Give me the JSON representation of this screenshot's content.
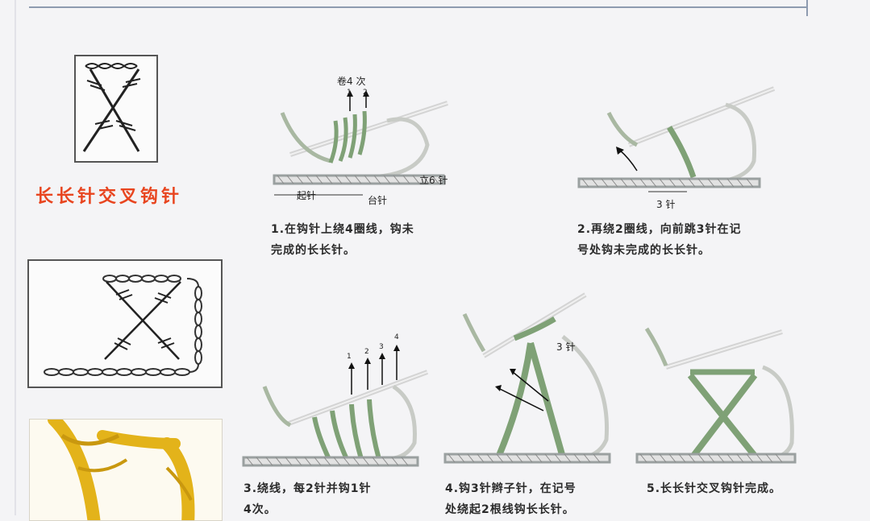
{
  "left_panel": {
    "title": "长长针交叉钩针"
  },
  "steps": [
    {
      "caption_line1": "1.在钩针上绕4圈线，钩未",
      "caption_line2": "完成的长长针。"
    },
    {
      "caption_line1": "2.再绕2圈线，向前跳3针在记",
      "caption_line2": "号处钩未完成的长长针。"
    },
    {
      "caption_line1": "3.绕线，每2针并钩1针",
      "caption_line2": "4次。"
    },
    {
      "caption_line1": "4.钩3针辫子针，在记号",
      "caption_line2": "处绕起2根线钩长长针。"
    },
    {
      "caption_line1": "5.长长针交叉钩针完成。",
      "caption_line2": ""
    }
  ],
  "labels": {
    "wrap_times": "卷4 次",
    "arrow_1": "1",
    "arrow_2": "2",
    "start_stitch": "起针",
    "base_stitch": "台针",
    "stand_6": "立6 针",
    "skip_3": "3 针",
    "step3_arrows": [
      "1",
      "2",
      "3",
      "4"
    ],
    "chain_3": "3 针"
  },
  "colors": {
    "yarn_green": "#8fae85",
    "yarn_light": "#dfe3dc",
    "hook": "#e6e6e6",
    "title_red": "#e8451f",
    "photo_yarn": "#e3b31a"
  }
}
